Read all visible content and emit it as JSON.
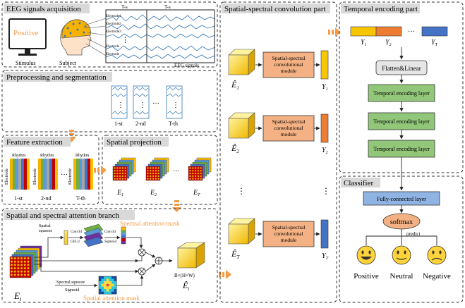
{
  "colors": {
    "orange": "#f59a45",
    "module_fill": "#f4b183",
    "green": "#92c77a",
    "blue_box": "#8fb4e3",
    "yellow": "#f7c600",
    "face": "#ffd43b",
    "token_orange": "#ed7d31",
    "token_blue": "#4472c4"
  },
  "panels": {
    "eeg": {
      "title": "EEG signals acquisition",
      "monitor_text": "Positive",
      "stimulus": "Stimulus",
      "subject": "Subject",
      "ts1": "T-s",
      "ts2": "T-s",
      "electrodes": [
        "Electrode1",
        "Electrode2",
        "Electrode3",
        "Electrode",
        "Electrode"
      ],
      "vdots": "⋮",
      "eeg_label": "EEG signals"
    },
    "prep": {
      "title": "Preprocessing and segmentation",
      "seg_labels": [
        "1-st",
        "2-nd",
        "T-th"
      ],
      "hdots": "···",
      "vdots": "⋮"
    },
    "feature": {
      "title": "Feature extraction",
      "rhythm": "Rhythm",
      "electrode": "Electrode",
      "labels": [
        "1-st",
        "2-nd",
        "T-th"
      ],
      "hdots": "···"
    },
    "spatial_proj": {
      "title": "Spatial projection",
      "labels": [
        "E",
        "E",
        "E"
      ],
      "subs": [
        "1",
        "2",
        "T"
      ],
      "hdots": "···"
    },
    "attention": {
      "title": "Spatial and spectral attention branch",
      "spatial_squeeze": [
        "Spatial",
        "squeeze"
      ],
      "conv3d_gelu": [
        "Conv3d",
        "GELU"
      ],
      "conv3d_sigmoid": [
        "Conv3d",
        "Sigmoid"
      ],
      "spectral_mask": "Spectral attention mask",
      "spectral_squeeze": "Spectral squeeze",
      "sigmoid": "Sigmoid",
      "spatial_mask": "Spatial attention mask",
      "input_label": "E",
      "input_sub": "i",
      "output_label": "Ê",
      "output_sub": "i",
      "shape": "B×(H×W)"
    },
    "ssconv": {
      "title": "Spatial-spectral convolution part",
      "module_lines": [
        "Spatial-spectral",
        "convolutional",
        "module"
      ],
      "input_labels": [
        "Ê",
        "Ê",
        "Ê"
      ],
      "input_subs": [
        "1",
        "2",
        "T"
      ],
      "outputs": [
        "Y",
        "Y",
        "Y"
      ],
      "output_subs": [
        "1",
        "2",
        "T"
      ],
      "vdots": "⋮"
    },
    "temporal": {
      "title": "Temporal encoding part",
      "tokens": [
        "Y",
        "Y",
        "Y"
      ],
      "token_subs": [
        "1",
        "2",
        "T"
      ],
      "hdots": "···",
      "flatten": "Flatten&Linear",
      "layers": [
        "Temporal encoding layer",
        "Temporal encoding layer",
        "Temporal encoding layer"
      ]
    },
    "classifier": {
      "title": "Classifier",
      "fc": "Fully-connected layer",
      "softmax": "softmax",
      "predict": "predict",
      "classes": [
        "Positive",
        "Neutral",
        "Negative"
      ]
    }
  }
}
